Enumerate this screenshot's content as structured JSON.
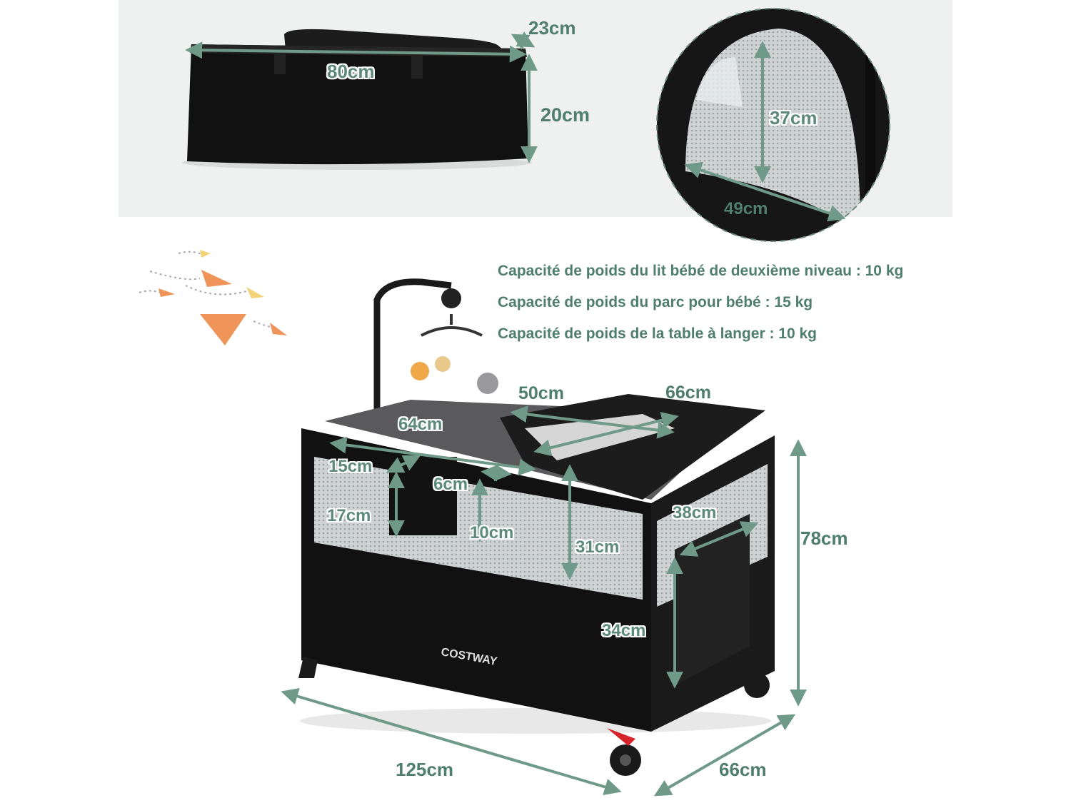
{
  "dimensions": {
    "bag_length": "80cm",
    "bag_depth": "23cm",
    "bag_height": "20cm",
    "door_height": "37cm",
    "door_width": "49cm",
    "bed_length": "125cm",
    "bed_width": "66cm",
    "bed_height": "78cm",
    "changer_length": "50cm",
    "changer_width": "66cm",
    "inner_width": "64cm",
    "organizer_width": "15cm",
    "organizer_height": "17cm",
    "pocket_depth": "6cm",
    "pocket_height": "10cm",
    "bassinet_depth": "31cm",
    "side_pocket_width": "38cm",
    "side_pocket_height": "34cm"
  },
  "specs": [
    "Capacité de poids du lit bébé de deuxième niveau : 10 kg",
    "Capacité de poids du parc pour bébé :  15 kg",
    "Capacité de poids de la table à langer : 10 kg"
  ],
  "brand": "COSTWAY",
  "colors": {
    "label": "#4f7d6e",
    "arrow": "#6f9a8a",
    "accent": "#f0955a"
  }
}
